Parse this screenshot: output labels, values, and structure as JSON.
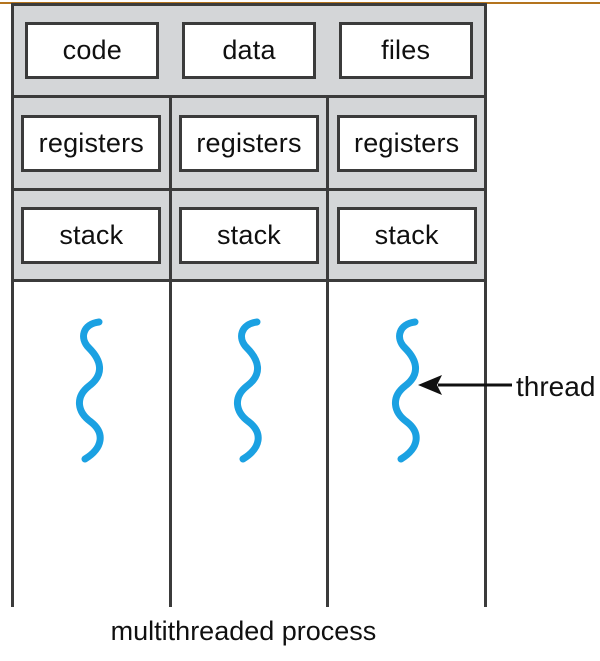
{
  "diagram": {
    "caption": "multithreaded process",
    "accent_rule_color": "#b4741e",
    "frame_border_color": "#3b3b3b",
    "band_fill_color": "#d4d6d8",
    "thread_color": "#1ba1e2",
    "shared_row": {
      "name": "shared-resources",
      "cells": [
        {
          "label": "code"
        },
        {
          "label": "data"
        },
        {
          "label": "files"
        }
      ]
    },
    "registers_row": {
      "name": "per-thread-registers",
      "cells": [
        {
          "label": "registers"
        },
        {
          "label": "registers"
        },
        {
          "label": "registers"
        }
      ]
    },
    "stack_row": {
      "name": "per-thread-stacks",
      "cells": [
        {
          "label": "stack"
        },
        {
          "label": "stack"
        },
        {
          "label": "stack"
        }
      ]
    },
    "threads": [
      {
        "name": "thread-1"
      },
      {
        "name": "thread-2"
      },
      {
        "name": "thread-3"
      }
    ],
    "callout": {
      "label": "thread",
      "arrow_direction": "left"
    }
  }
}
